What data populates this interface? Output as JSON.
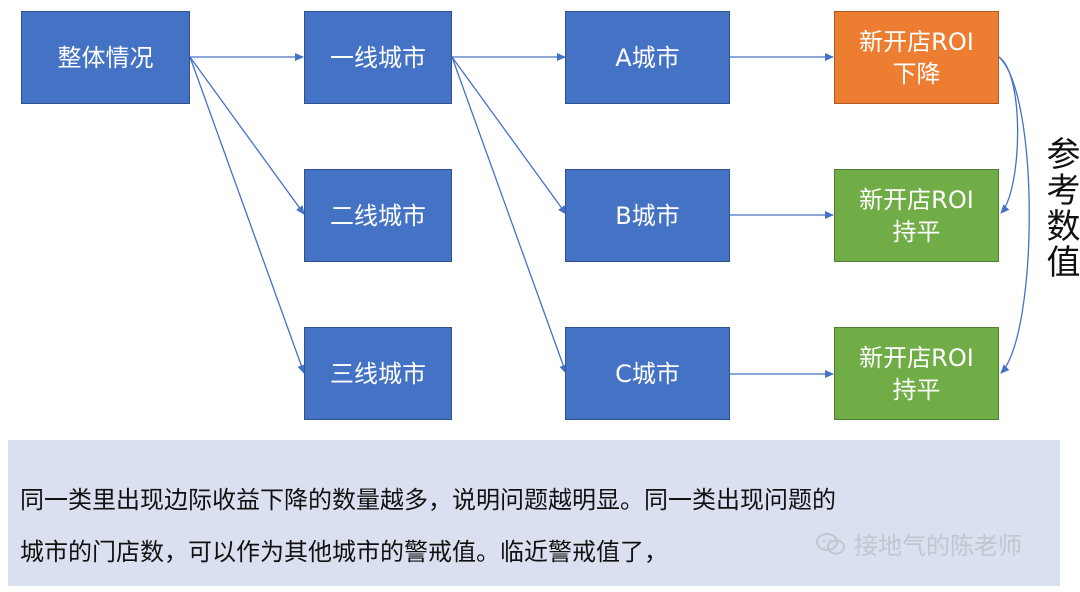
{
  "nodes": {
    "overall": "整体情况",
    "tier1": "一线城市",
    "tier2": "二线城市",
    "tier3": "三线城市",
    "city_a": "A城市",
    "city_b": "B城市",
    "city_c": "C城市",
    "roi_a": "新开店ROI\n下降",
    "roi_b": "新开店ROI\n持平",
    "roi_c": "新开店ROI\n持平"
  },
  "side_label": "参考数值",
  "note": {
    "line1": "同一类里出现边际收益下降的数量越多，说明问题越明显。同一类出现问题的",
    "line2": "城市的门店数，可以作为其他城市的警戒值。临近警戒值了，"
  },
  "watermark": {
    "text": "接地气的陈老师",
    "icon": "wechat-icon"
  },
  "colors": {
    "blue": "#4472c4",
    "orange": "#ed7d31",
    "green": "#70ad47",
    "note_bg": "#dae0ef",
    "arrow": "#4472c4"
  }
}
